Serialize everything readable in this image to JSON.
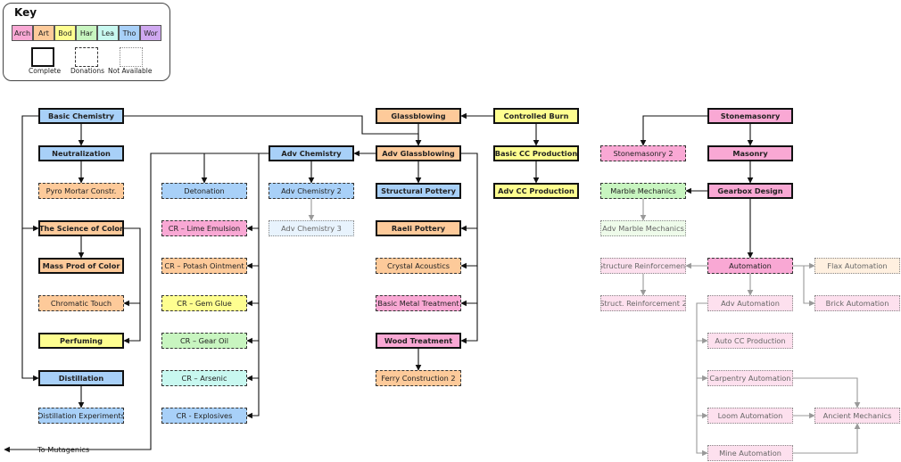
{
  "key": {
    "title": "Key",
    "categories": [
      {
        "label": "Arch",
        "color": "#f9a8d4"
      },
      {
        "label": "Art",
        "color": "#fdca9a"
      },
      {
        "label": "Bod",
        "color": "#fefe90"
      },
      {
        "label": "Har",
        "color": "#c8f5c0"
      },
      {
        "label": "Lea",
        "color": "#c8f8f0"
      },
      {
        "label": "Tho",
        "color": "#a8d0f8"
      },
      {
        "label": "Wor",
        "color": "#cfa8f0"
      }
    ],
    "legend": [
      {
        "label": "Complete",
        "style": "complete"
      },
      {
        "label": "Donations",
        "style": "donation"
      },
      {
        "label": "Not Available",
        "style": "na"
      }
    ]
  },
  "colors": {
    "arch": "#f9a8d4",
    "art": "#fdca9a",
    "bod": "#fefe90",
    "har": "#c8f5c0",
    "lea": "#c8f8f0",
    "tho": "#a8d0f8",
    "arch_light": "#fde0ee",
    "art_light": "#fff0e0",
    "har_light": "#eefbea",
    "tho_light": "#e8f3fd"
  },
  "nodes": [
    {
      "id": "basic-chemistry",
      "label": "Basic Chemistry",
      "status": "complete",
      "fill": "tho"
    },
    {
      "id": "neutralization",
      "label": "Neutralization",
      "status": "complete",
      "fill": "tho"
    },
    {
      "id": "pyro-mortar-constr",
      "label": "Pyro Mortar Constr.",
      "status": "donation",
      "fill": "art"
    },
    {
      "id": "science-of-color",
      "label": "The Science of Color",
      "status": "complete",
      "fill": "art"
    },
    {
      "id": "mass-prod-of-color",
      "label": "Mass Prod of Color",
      "status": "complete",
      "fill": "art"
    },
    {
      "id": "chromatic-touch",
      "label": "Chromatic Touch",
      "status": "donation",
      "fill": "art"
    },
    {
      "id": "perfuming",
      "label": "Perfuming",
      "status": "complete",
      "fill": "bod"
    },
    {
      "id": "distillation",
      "label": "Distillation",
      "status": "complete",
      "fill": "tho"
    },
    {
      "id": "distillation-experiments",
      "label": "Distillation Experiments",
      "status": "donation",
      "fill": "tho"
    },
    {
      "id": "detonation",
      "label": "Detonation",
      "status": "donation",
      "fill": "tho"
    },
    {
      "id": "cr-lime-emulsion",
      "label": "CR – Lime Emulsion",
      "status": "donation",
      "fill": "arch"
    },
    {
      "id": "cr-potash-ointment",
      "label": "CR – Potash Ointment",
      "status": "donation",
      "fill": "art"
    },
    {
      "id": "cr-gem-glue",
      "label": "CR – Gem Glue",
      "status": "donation",
      "fill": "bod"
    },
    {
      "id": "cr-gear-oil",
      "label": "CR – Gear Oil",
      "status": "donation",
      "fill": "har"
    },
    {
      "id": "cr-arsenic",
      "label": "CR – Arsenic",
      "status": "donation",
      "fill": "lea"
    },
    {
      "id": "cr-explosives",
      "label": "CR - Explosives",
      "status": "donation",
      "fill": "tho"
    },
    {
      "id": "adv-chemistry",
      "label": "Adv Chemistry",
      "status": "complete",
      "fill": "tho"
    },
    {
      "id": "adv-chemistry-2",
      "label": "Adv Chemistry 2",
      "status": "donation",
      "fill": "tho"
    },
    {
      "id": "adv-chemistry-3",
      "label": "Adv Chemistry 3",
      "status": "na",
      "fill": "tho_light"
    },
    {
      "id": "glassblowing",
      "label": "Glassblowing",
      "status": "complete",
      "fill": "art"
    },
    {
      "id": "adv-glassblowing",
      "label": "Adv Glassblowing",
      "status": "complete",
      "fill": "art"
    },
    {
      "id": "structural-pottery",
      "label": "Structural Pottery",
      "status": "complete",
      "fill": "tho"
    },
    {
      "id": "raeli-pottery",
      "label": "Raeli Pottery",
      "status": "complete",
      "fill": "art"
    },
    {
      "id": "crystal-acoustics",
      "label": "Crystal Acoustics",
      "status": "donation",
      "fill": "art"
    },
    {
      "id": "basic-metal-treatment",
      "label": "Basic Metal Treatment",
      "status": "donation",
      "fill": "arch"
    },
    {
      "id": "wood-treatment",
      "label": "Wood Treatment",
      "status": "complete",
      "fill": "arch"
    },
    {
      "id": "ferry-construction-2",
      "label": "Ferry Construction 2",
      "status": "donation",
      "fill": "art"
    },
    {
      "id": "controlled-burn",
      "label": "Controlled Burn",
      "status": "complete",
      "fill": "bod"
    },
    {
      "id": "basic-cc-production",
      "label": "Basic CC Production",
      "status": "complete",
      "fill": "bod"
    },
    {
      "id": "adv-cc-production",
      "label": "Adv CC Production",
      "status": "complete",
      "fill": "bod"
    },
    {
      "id": "stonemasonry",
      "label": "Stonemasonry",
      "status": "complete",
      "fill": "arch"
    },
    {
      "id": "stonemasonry-2",
      "label": "Stonemasonry 2",
      "status": "donation",
      "fill": "arch"
    },
    {
      "id": "masonry",
      "label": "Masonry",
      "status": "complete",
      "fill": "arch"
    },
    {
      "id": "marble-mechanics",
      "label": "Marble Mechanics",
      "status": "donation",
      "fill": "har"
    },
    {
      "id": "gearbox-design",
      "label": "Gearbox Design",
      "status": "complete",
      "fill": "arch"
    },
    {
      "id": "adv-marble-mechanics",
      "label": "Adv Marble Mechanics",
      "status": "na",
      "fill": "har_light"
    },
    {
      "id": "structure-reinforcement",
      "label": "Structure Reinforcement",
      "status": "na",
      "fill": "arch_light"
    },
    {
      "id": "automation",
      "label": "Automation",
      "status": "donation",
      "fill": "arch"
    },
    {
      "id": "flax-automation",
      "label": "Flax Automation",
      "status": "na",
      "fill": "art_light"
    },
    {
      "id": "struct-reinforcement-2",
      "label": "Struct. Reinforcement 2",
      "status": "na",
      "fill": "arch_light"
    },
    {
      "id": "adv-automation",
      "label": "Adv Automation",
      "status": "na",
      "fill": "arch_light"
    },
    {
      "id": "brick-automation",
      "label": "Brick Automation",
      "status": "na",
      "fill": "arch_light"
    },
    {
      "id": "auto-cc-production",
      "label": "Auto CC Production",
      "status": "na",
      "fill": "arch_light"
    },
    {
      "id": "carpentry-automation",
      "label": "Carpentry Automation",
      "status": "na",
      "fill": "arch_light"
    },
    {
      "id": "loom-automation",
      "label": "Loom Automation",
      "status": "na",
      "fill": "arch_light"
    },
    {
      "id": "ancient-mechanics",
      "label": "Ancient Mechanics",
      "status": "na",
      "fill": "arch_light"
    },
    {
      "id": "mine-automation",
      "label": "Mine Automation",
      "status": "na",
      "fill": "arch_light"
    }
  ],
  "mutagenics_label": "To Mutagenics"
}
